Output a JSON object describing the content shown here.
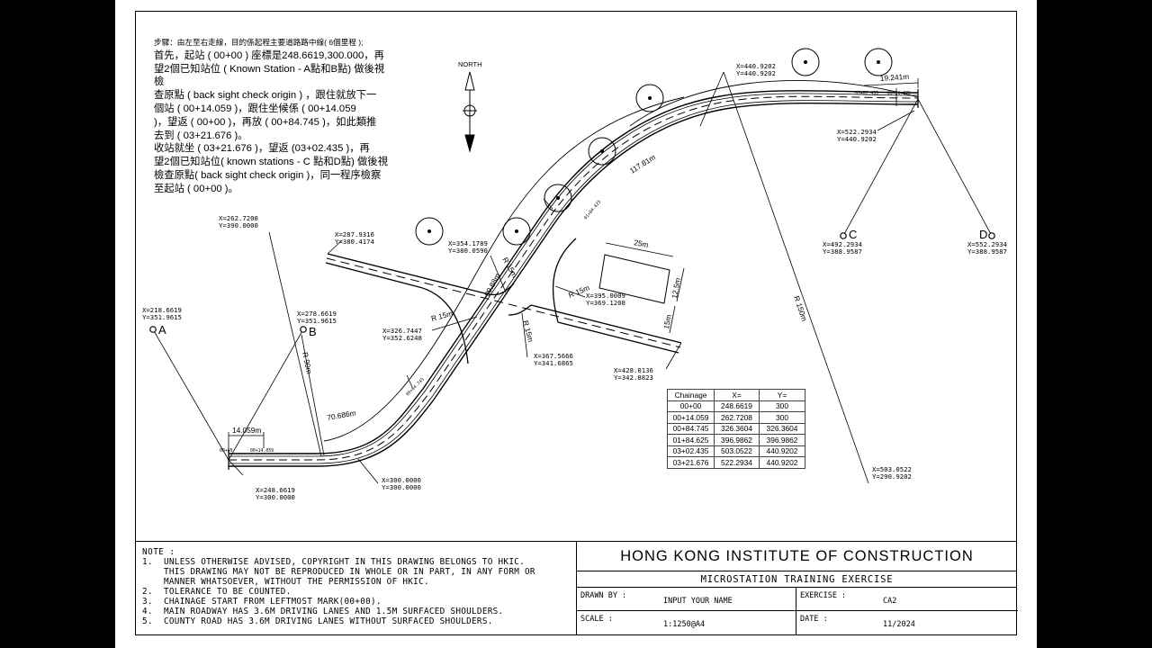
{
  "intro": {
    "lines": [
      "步驟：由左至右走線，目的係起程主要道路路中線( 6個里程 );",
      "首先，起站 ( 00+00 ) 座標是248.6619,300.000，再",
      "望2個已知站位 ( Known Station - A點和B點) 做後視檢",
      "查原點 ( back sight check origin ) ，跟住就放下一",
      "個站 ( 00+14.059 )，跟住坐候係 ( 00+14.059",
      ")，望返 ( 00+00 )，再放 ( 00+84.745 )，如此類推",
      "去到 ( 03+21.676 )。",
      "收站就坐 ( 03+21.676 )，望返 (03+02.435 )，再",
      "望2個已知站位( known stations - C 點和D點) 做後視",
      "檢查原點( back sight check origin )，同一程序檢察",
      "至起站 ( 00+00 )。"
    ]
  },
  "north": {
    "label": "NORTH"
  },
  "stations": [
    {
      "name": "A",
      "x": "X=218.6619",
      "y": "Y=351.9615"
    },
    {
      "name": "B",
      "x": "X=278.6619",
      "y": "Y=351.9615"
    },
    {
      "name": "C",
      "x": "X=492.2934",
      "y": "Y=388.9587"
    },
    {
      "name": "D",
      "x": "X=552.2934",
      "y": "Y=388.9587"
    }
  ],
  "coords": [
    {
      "id": "p1",
      "x": "X=262.7208",
      "y": "Y=390.0000"
    },
    {
      "id": "p2",
      "x": "X=287.9316",
      "y": "Y=380.4174"
    },
    {
      "id": "p3",
      "x": "X=354.1789",
      "y": "Y=380.0590"
    },
    {
      "id": "p4",
      "x": "X=326.7447",
      "y": "Y=352.6248"
    },
    {
      "id": "p5",
      "x": "X=367.5666",
      "y": "Y=341.6865"
    },
    {
      "id": "p6",
      "x": "X=395.0009",
      "y": "Y=369.1208"
    },
    {
      "id": "p7",
      "x": "X=428.0136",
      "y": "Y=342.8823"
    },
    {
      "id": "p8",
      "x": "X=440.9202",
      "y": "Y=440.9202"
    },
    {
      "id": "p9",
      "x": "X=522.2934",
      "y": "Y=440.9202"
    },
    {
      "id": "p10",
      "x": "X=248.6619",
      "y": "Y=300.0000"
    },
    {
      "id": "p11",
      "x": "X=300.0000",
      "y": "Y=300.0000"
    },
    {
      "id": "p12",
      "x": "X=503.0522",
      "y": "Y=290.9202"
    }
  ],
  "dims": {
    "d1": "14.059m",
    "d2": "70.686m",
    "d3": "99.88m",
    "d4": "117.81m",
    "d5": "19.241m",
    "d6": "25m",
    "d7": "12.5m",
    "d8": "15m"
  },
  "radii": {
    "r1": "R 90m",
    "r2": "R 15m",
    "r3": "R 15m",
    "r4": "R 15m",
    "r5": "R 15m",
    "r6": "R 150m"
  },
  "chainage_labels": {
    "c1": "00+00",
    "c2": "00+14.059",
    "c3": "00+84.745",
    "c4": "01+84.625",
    "c5": "03+02.435",
    "c6": "03+21.676"
  },
  "table": {
    "headers": [
      "Chainage",
      "X=",
      "Y="
    ],
    "rows": [
      [
        "00+00",
        "248.6619",
        "300"
      ],
      [
        "00+14.059",
        "262.7208",
        "300"
      ],
      [
        "00+84.745",
        "326.3604",
        "326.3604"
      ],
      [
        "01+84.625",
        "396.9862",
        "396.9862"
      ],
      [
        "03+02.435",
        "503.0522",
        "440.9202"
      ],
      [
        "03+21.676",
        "522.2934",
        "440.9202"
      ]
    ]
  },
  "notes": {
    "title": "NOTE :",
    "items": [
      {
        "num": "1.",
        "lines": [
          "UNLESS OTHERWISE ADVISED, COPYRIGHT IN THIS DRAWING BELONGS TO HKIC.",
          "THIS DRAWING MAY NOT BE  REPRODUCED IN WHOLE OR IN PART, IN ANY FORM OR",
          "MANNER WHATSOEVER,  WITHOUT THE PERMISSION OF HKIC."
        ]
      },
      {
        "num": "2.",
        "lines": [
          "TOLERANCE TO BE COUNTED."
        ]
      },
      {
        "num": "3.",
        "lines": [
          "CHAINAGE START FROM LEFTMOST MARK(00+00)."
        ]
      },
      {
        "num": "4.",
        "lines": [
          "MAIN ROADWAY HAS 3.6M DRIVING LANES AND 1.5M SURFACED SHOULDERS."
        ]
      },
      {
        "num": "5.",
        "lines": [
          "COUNTY ROAD HAS 3.6M DRIVING LANES WITHOUT SURFACED SHOULDERS."
        ]
      }
    ]
  },
  "titleblock": {
    "institute": "HONG KONG INSTITUTE OF CONSTRUCTION",
    "subtitle": "MICROSTATION TRAINING EXERCISE",
    "drawn_by_label": "DRAWN BY :",
    "drawn_by_value": "INPUT YOUR NAME",
    "exercise_label": "EXERCISE :",
    "exercise_value": "CA2",
    "scale_label": "SCALE :",
    "scale_value": "1:1250@A4",
    "date_label": "DATE :",
    "date_value": "11/2024"
  }
}
